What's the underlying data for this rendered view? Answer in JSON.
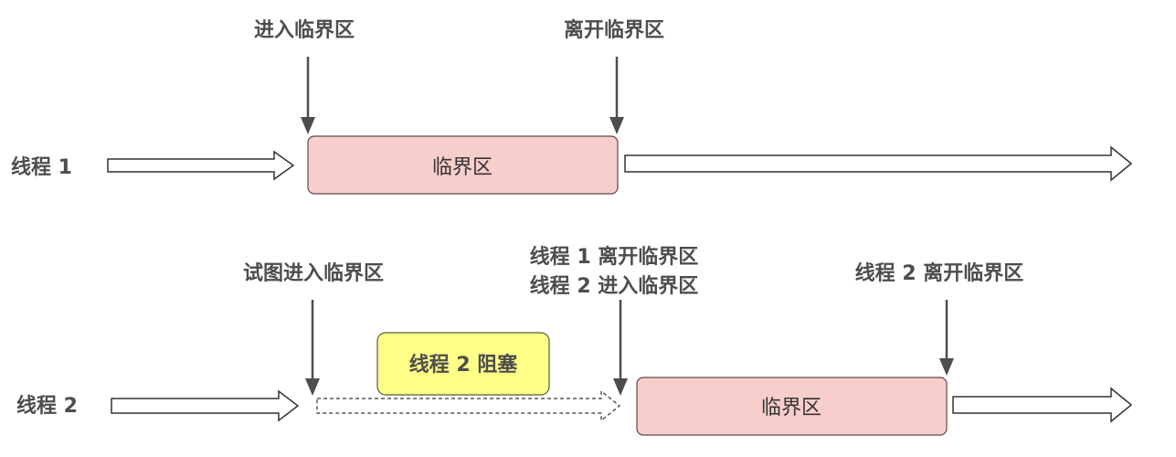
{
  "thread1": {
    "label": "线程 1",
    "critical_section": "临界区",
    "enter_label": "进入临界区",
    "leave_label": "离开临界区"
  },
  "thread2": {
    "label": "线程 2",
    "critical_section": "临界区",
    "try_enter_label": "试图进入临界区",
    "handoff_line1": "线程 1 离开临界区",
    "handoff_line2": "线程 2 进入临界区",
    "leave_label": "线程 2 离开临界区",
    "blocked_label": "线程 2 阻塞"
  },
  "colors": {
    "critical_fill": "#f8cecc",
    "blocked_fill": "#ffff88",
    "text": "#4d4d4d"
  }
}
